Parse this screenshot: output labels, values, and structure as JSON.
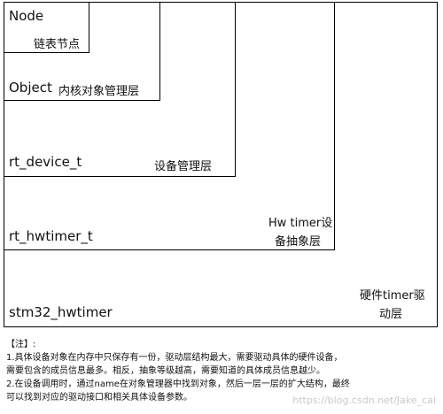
{
  "layers": {
    "node": {
      "name": "Node",
      "desc": "链表节点"
    },
    "object": {
      "name": "Object",
      "desc": "内核对象管理层"
    },
    "device": {
      "name": "rt_device_t",
      "desc": "设备管理层"
    },
    "hwtimer": {
      "name": "rt_hwtimer_t",
      "desc_line1": "Hw timer设",
      "desc_line2": "备抽象层"
    },
    "stm32": {
      "name": "stm32_hwtimer",
      "desc_line1": "硬件timer驱",
      "desc_line2": "动层"
    }
  },
  "notes": {
    "title": "【注】:",
    "lines": [
      "1.具体设备对象在内存中只保存有一份，驱动层结构最大，需要驱动具体的硬件设备，",
      "需要包含的成员信息最多。相反，抽象等级越高，需要知道的具体成员信息越少。",
      "2.在设备调用时，通过name在对象管理器中找到对象，然后一层一层的扩大结构，最终",
      "可以找到对应的驱动接口和相关具体设备参数。"
    ]
  },
  "watermark": "https://blog.csdn.net/Jake_cai"
}
